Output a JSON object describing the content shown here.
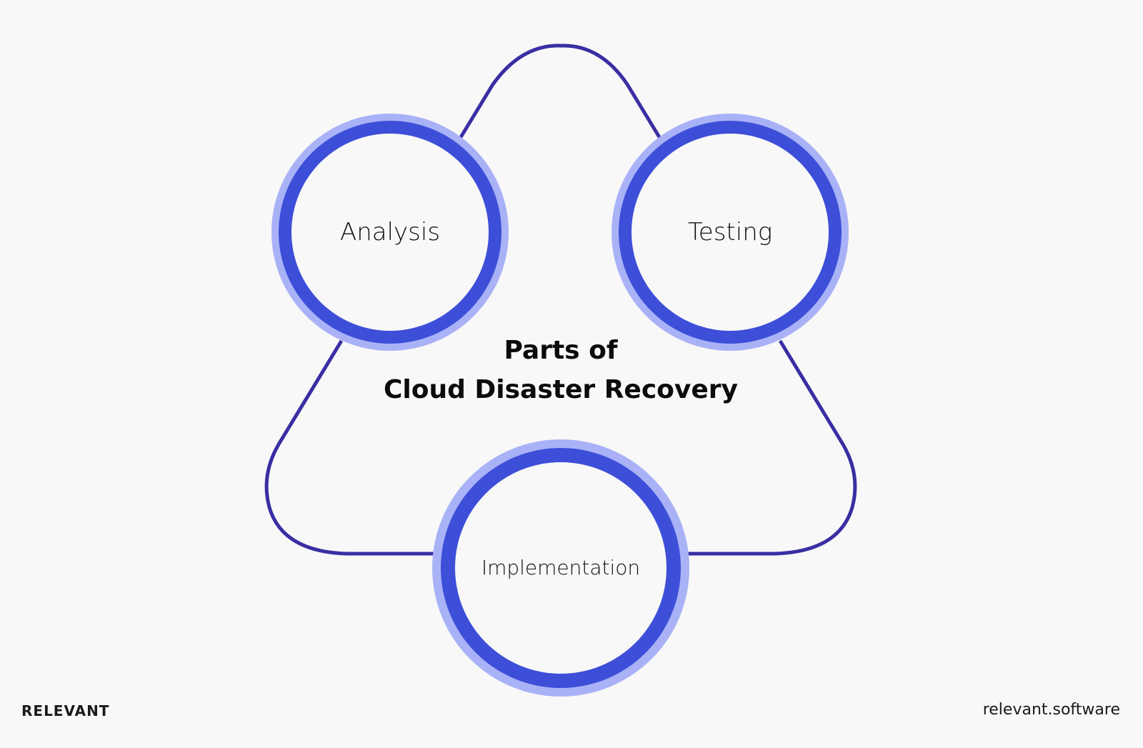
{
  "diagram": {
    "title_line1": "Parts of",
    "title_line2": "Cloud Disaster Recovery",
    "nodes": [
      {
        "id": "analysis",
        "label": "Analysis"
      },
      {
        "id": "testing",
        "label": "Testing"
      },
      {
        "id": "implementation",
        "label": "Implementation"
      }
    ],
    "connections": [
      {
        "from": "analysis",
        "to": "testing"
      },
      {
        "from": "testing",
        "to": "implementation"
      },
      {
        "from": "implementation",
        "to": "analysis"
      }
    ],
    "colors": {
      "background": "#f8f8f8",
      "outline": "#3a2ea3",
      "ring": "#3d4fd8",
      "halo": "#a9b2f7",
      "node_fill": "#f8f8f8",
      "text": "#111111"
    }
  },
  "footer": {
    "brand": "RELEVANT",
    "url": "relevant.software"
  }
}
